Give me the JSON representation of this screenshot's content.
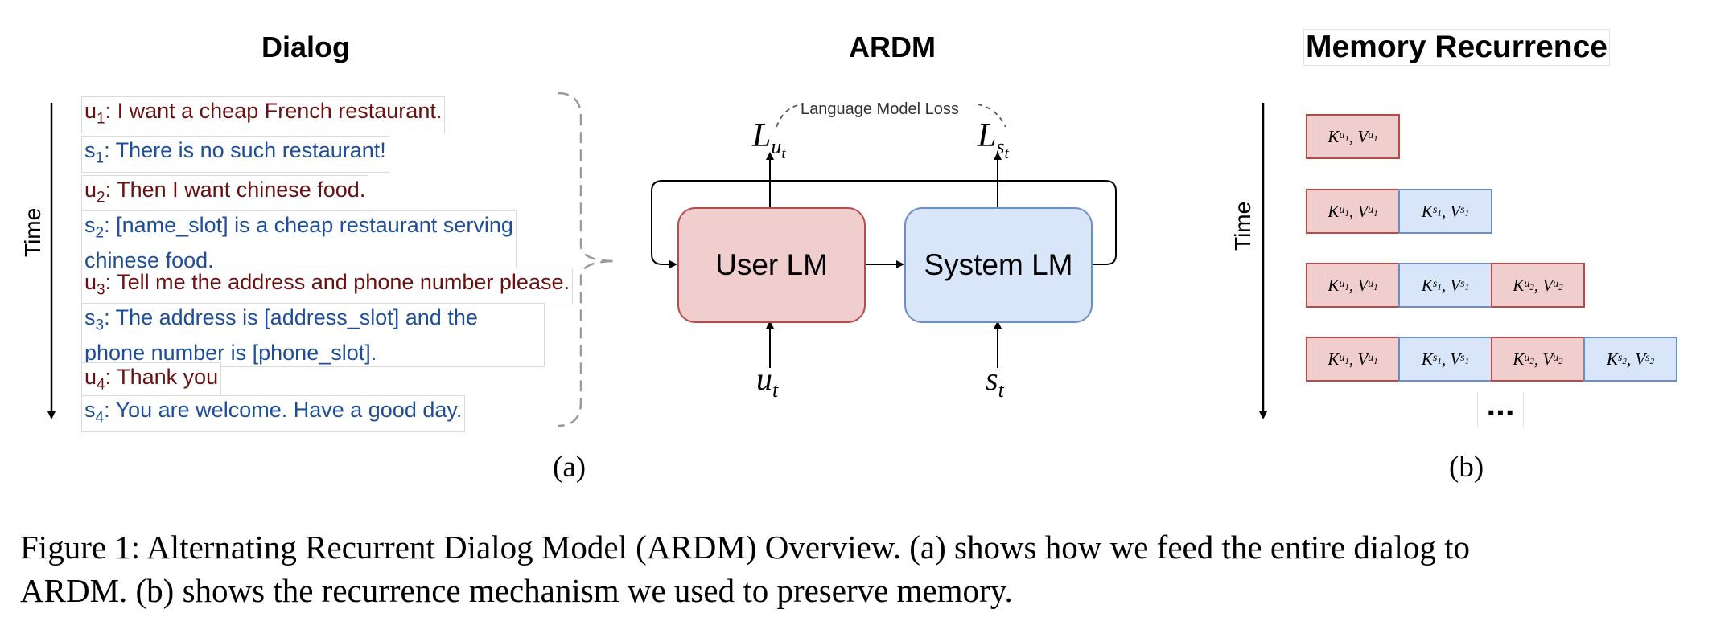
{
  "titles": {
    "dialog": "Dialog",
    "ardm": "ARDM",
    "memory": "Memory Recurrence"
  },
  "time_label": "Time",
  "dialog": [
    {
      "speaker": "u",
      "idx": "1",
      "text": ": I want a cheap French restaurant."
    },
    {
      "speaker": "s",
      "idx": "1",
      "text": ": There is no such restaurant!"
    },
    {
      "speaker": "u",
      "idx": "2",
      "text": ": Then I want chinese food."
    },
    {
      "speaker": "s",
      "idx": "2",
      "text": ": [name_slot] is a cheap restaurant serving chinese food."
    },
    {
      "speaker": "u",
      "idx": "3",
      "text": ": Tell me the address and phone number please."
    },
    {
      "speaker": "s",
      "idx": "3",
      "text": ": The address is [address_slot] and the phone number is [phone_slot]."
    },
    {
      "speaker": "u",
      "idx": "4",
      "text": ": Thank you"
    },
    {
      "speaker": "s",
      "idx": "4",
      "text": ": You are welcome. Have a good day."
    }
  ],
  "ardm": {
    "loss_label": "Language Model Loss",
    "user_lm": "User LM",
    "system_lm": "System LM",
    "loss_user": {
      "base": "L",
      "sub": "u",
      "subsub": "t"
    },
    "loss_system": {
      "base": "L",
      "sub": "s",
      "subsub": "t"
    },
    "input_user": {
      "base": "u",
      "sub": "t"
    },
    "input_system": {
      "base": "s",
      "sub": "t"
    }
  },
  "memory": {
    "rows": [
      [
        "u1"
      ],
      [
        "u1",
        "s1"
      ],
      [
        "u1",
        "s1",
        "u2"
      ],
      [
        "u1",
        "s1",
        "u2",
        "s2"
      ]
    ],
    "ellipsis": "..."
  },
  "labels": {
    "a": "(a)",
    "b": "(b)"
  },
  "caption": {
    "line1": "Figure 1: Alternating Recurrent Dialog Model (ARDM) Overview. (a) shows how we feed the entire dialog to",
    "line2": "ARDM. (b) shows the recurrence mechanism we used to preserve memory."
  },
  "colors": {
    "user_text": "#6b1010",
    "system_text": "#1f4e99",
    "user_fill": "#f1cece",
    "user_border": "#b94a4a",
    "system_fill": "#d9e6f9",
    "system_border": "#6d8ec4"
  }
}
